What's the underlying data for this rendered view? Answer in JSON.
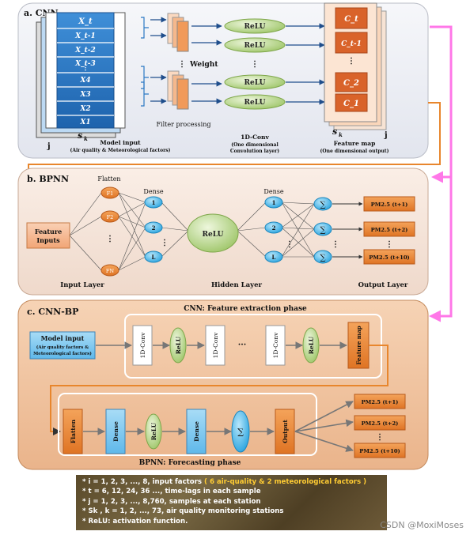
{
  "cnn": {
    "title": "a. CNN",
    "stack_labels": [
      "X_t",
      "X_t-1",
      "X_t-2",
      "X_t-3",
      "X4",
      "X3",
      "X2",
      "X1"
    ],
    "stack_dots": "⋮",
    "j": "j",
    "sk": "s",
    "sk_sub": "k",
    "model_input": "Model input",
    "model_input_sub": "(Air quality & Meteorological factors)",
    "weight": "Weight",
    "filter_processing": "Filter processing",
    "relu": "ReLU",
    "conv_title": "1D-Conv",
    "conv_sub1": "(One dimensional",
    "conv_sub2": "Convolution layer)",
    "feature_map": "Feature map",
    "feature_map_sub": "(One dimensional output)",
    "c_labels": [
      "C_t",
      "C_t-1",
      "C_2",
      "C_1"
    ],
    "dots": "⋮"
  },
  "bpnn": {
    "title": "b. BPNN",
    "flatten": "Flatten",
    "dense1": "Dense",
    "dense2": "Dense",
    "f_nodes": [
      "F1",
      "F2",
      "FN"
    ],
    "nodes_1": [
      "1",
      "2",
      "L"
    ],
    "feature_inputs_line1": "Feature",
    "feature_inputs_line2": "Inputs",
    "relu": "ReLU",
    "sum": "∑",
    "pm_outputs": [
      "PM2.5 (t+1)",
      "PM2.5 (t+2)",
      "PM2.5 (t+10)"
    ],
    "input_layer": "Input Layer",
    "hidden_layer": "Hidden Layer",
    "output_layer": "Output Layer"
  },
  "cnnbp": {
    "title": "c. CNN-BP",
    "phase1": "CNN: Feature extraction phase",
    "phase2": "BPNN: Forecasting phase",
    "model_input": "Model input",
    "model_input_sub1": "(Air quality factors &",
    "model_input_sub2": "Meteorological factors)",
    "conv": "1D-Conv",
    "relu": "ReLU",
    "ellipsis": "···",
    "feature_map": "Feature map",
    "flatten": "Flatten",
    "dense": "Dense",
    "sum": "∑",
    "output": "Output",
    "pm_outputs": [
      "PM2.5 (t+1)",
      "PM2.5 (t+2)",
      "PM2.5 (t+10)"
    ]
  },
  "legend": {
    "line1a": "* i = 1, 2, 3, ..., 8, input factors",
    "line1b": "( 6 air-quality & 2 meteorological factors )",
    "line2": "* t = 6, 12, 24, 36 ..., time-lags in each sample",
    "line3": "* j = 1, 2, 3, ..., 8,760, samples at each station",
    "line4": "* Sk , k = 1, 2, ..., 73, air quality monitoring stations",
    "line5": "* ReLU: activation function."
  },
  "watermark": "CSDN @MoxiMoses",
  "colors": {
    "panel_a": "#eef0f5",
    "panel_b": "#f6e6dc",
    "panel_c": "#f1c7a2",
    "stack_blue": "#2b78c4",
    "feature_orange": "#d9632a",
    "relu_green": "#b8d78a",
    "node_blue": "#5bc0ee",
    "pm_orange": "#e8862d",
    "connector_pink": "#ff77e8"
  }
}
